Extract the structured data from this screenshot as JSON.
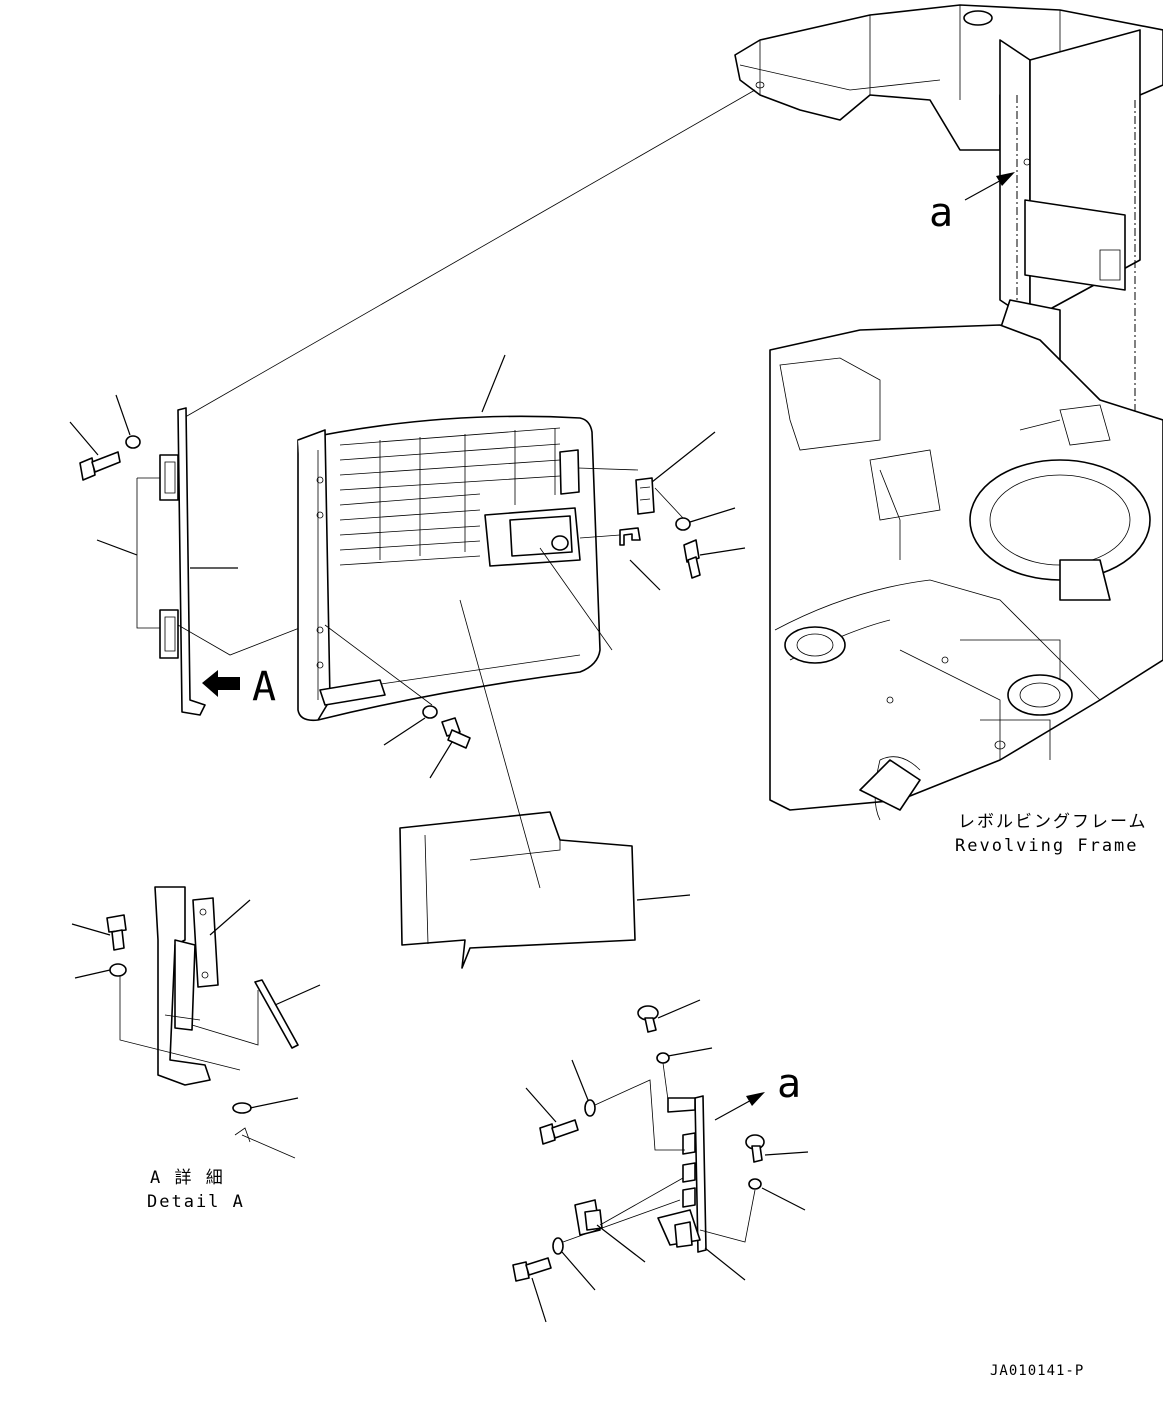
{
  "labels": {
    "view_a": "A",
    "ref_a_top": "a",
    "ref_a_bottom": "a",
    "frame_jp": "レボルビングフレーム",
    "frame_en": "Revolving Frame",
    "detail_jp": "A 詳 細",
    "detail_en": "Detail A",
    "drawing_code": "JA010141-P"
  }
}
